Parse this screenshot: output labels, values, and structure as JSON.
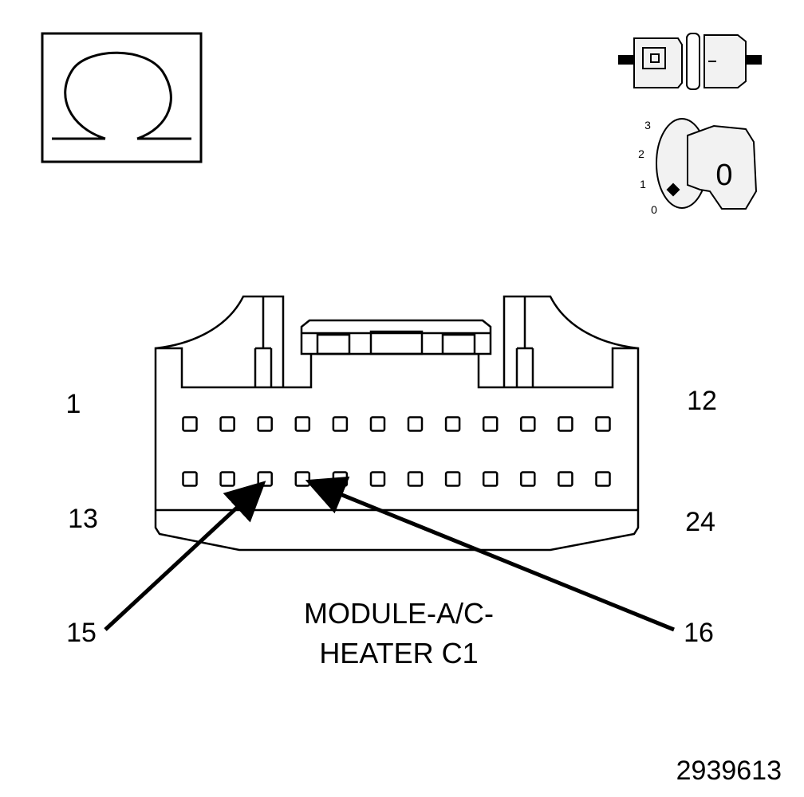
{
  "symbols": {
    "ohmmeter_icon": "ohm-icon",
    "disconnected_connector_icon": "disconnected-connector-icon",
    "ignition_switch_icon": "ignition-switch-icon"
  },
  "ignition_switch": {
    "key_label": "0",
    "positions": [
      "3",
      "2",
      "1",
      "0"
    ]
  },
  "connector": {
    "name_line1": "MODULE-A/C-",
    "name_line2": "HEATER C1",
    "pin_labels": {
      "top_left": "1",
      "top_right": "12",
      "bottom_left": "13",
      "bottom_right": "24"
    },
    "rows": 2,
    "pins_per_row": 12,
    "callouts": [
      {
        "label": "15",
        "pin": 15
      },
      {
        "label": "16",
        "pin": 16
      }
    ]
  },
  "figure_id": "2939613",
  "colors": {
    "ink": "#000000",
    "paper": "#ffffff",
    "fill": "#f2f2f2"
  }
}
